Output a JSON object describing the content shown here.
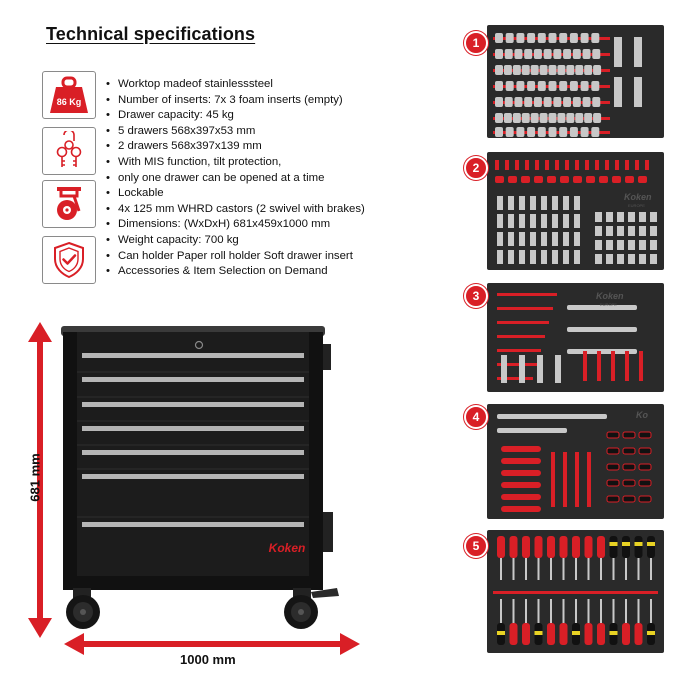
{
  "title": "Technical specifications",
  "icons": {
    "weight": {
      "icon": "weight-icon",
      "label": "86 Kg"
    },
    "keys": {
      "icon": "keys-icon"
    },
    "castor": {
      "icon": "castor-wheel-icon"
    },
    "shield": {
      "icon": "shield-check-icon"
    }
  },
  "specs": [
    "Worktop madeof stainlesssteel",
    "Number of inserts: 7x 3 foam inserts (empty)",
    "Drawer capacity: 45 kg",
    "5 drawers 568x397x53 mm",
    "2 drawers 568x397x139 mm",
    "With MIS function, tilt protection,",
    "only one drawer can be opened at a time",
    "Lockable",
    "4x 125 mm WHRD castors (2 swivel with brakes)",
    "Dimensions: (WxDxH) 681x459x1000 mm",
    "Weight capacity: 700 kg",
    "Can holder Paper roll holder Soft drawer insert",
    "Accessories & Item Selection on Demand"
  ],
  "dimensions": {
    "height": "681 mm",
    "width": "1000 mm"
  },
  "brand": "Koken",
  "inserts": [
    {
      "number": "1",
      "content": "sockets"
    },
    {
      "number": "2",
      "content": "bits and sockets",
      "logo": "Koken",
      "logo_sub": "EUROPE"
    },
    {
      "number": "3",
      "content": "ratchets and extensions",
      "logo": "Koken",
      "logo_sub": "EUROPE"
    },
    {
      "number": "4",
      "content": "pliers and screwdrivers",
      "logo": "Ko"
    },
    {
      "number": "5",
      "content": "screwdrivers"
    }
  ],
  "colors": {
    "accent": "#d91f26",
    "foam": "#2a2a2a",
    "cabinet": "#1c1c1c"
  }
}
